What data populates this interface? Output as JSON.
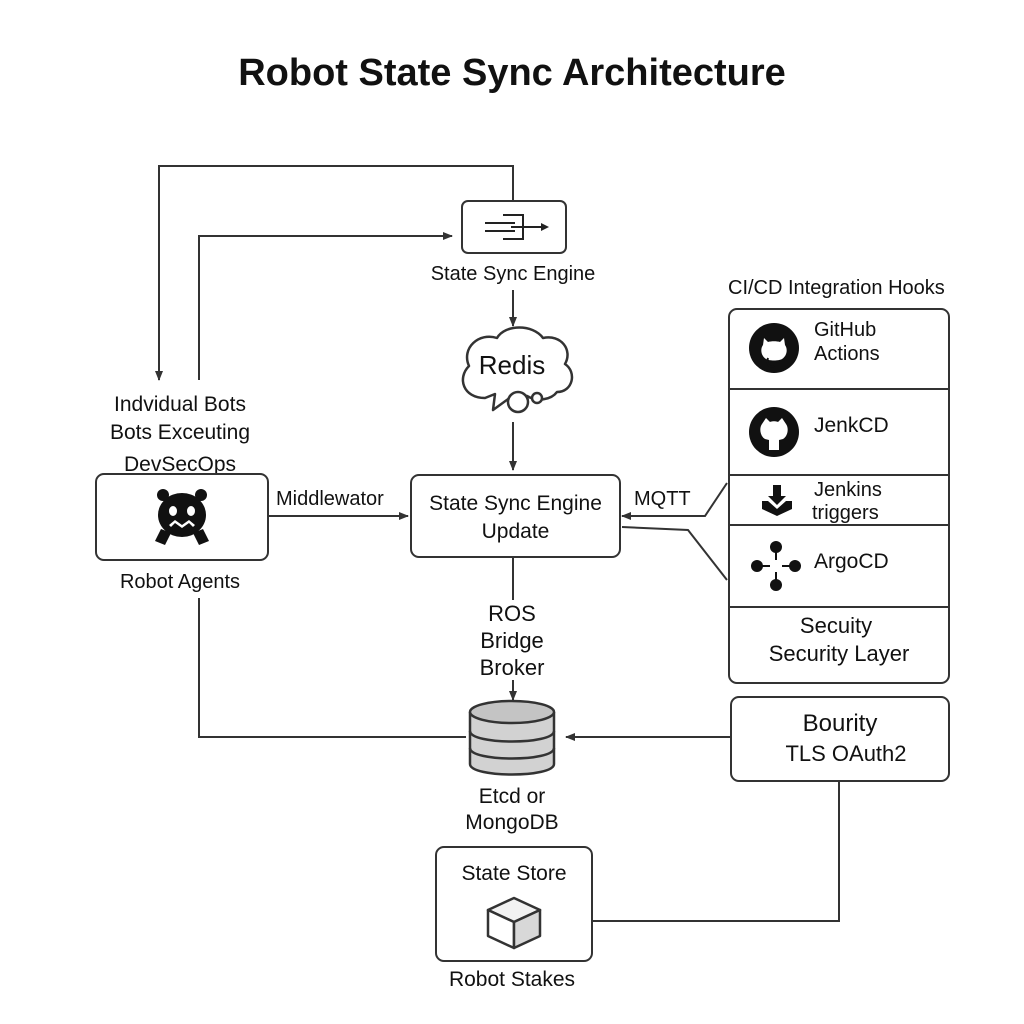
{
  "title": "Robot State Sync Architecture",
  "engine": {
    "label": "State Sync Engine",
    "icon": "sync-engine-icon"
  },
  "redis": {
    "label": "Redis",
    "icon": "cloud-icon"
  },
  "bots": {
    "line1": "Indvidual Bots",
    "line2": "Bots Exceuting",
    "line3": "DevSecOps"
  },
  "agents": {
    "label": "Robot Agents",
    "icon": "robot-icon"
  },
  "middleware_label": "Middlewator",
  "update": {
    "line1": "State Sync Engine",
    "line2": "Update"
  },
  "mqtt_label": "MQTT",
  "bridge": {
    "line1": "ROS",
    "line2": "Bridge",
    "line3": "Broker"
  },
  "database": {
    "line1": "Etcd or",
    "line2": "MongoDB",
    "icon": "database-icon"
  },
  "store": {
    "label": "State Store",
    "caption": "Robot Stakes",
    "icon": "cube-icon"
  },
  "cicd": {
    "heading": "CI/CD Integration Hooks",
    "items": [
      {
        "line1": "GitHub",
        "line2": "Actions",
        "icon": "github-icon"
      },
      {
        "line1": "JenkCD",
        "icon": "octocat-icon"
      },
      {
        "line1": "Jenkins",
        "line2": "triggers",
        "icon": "download-tray-icon"
      },
      {
        "line1": "ArgoCD",
        "icon": "argocd-icon"
      },
      {
        "line1": "Secuity",
        "line2": "Security Layer"
      }
    ]
  },
  "security": {
    "line1": "Bourity",
    "line2": "TLS OAuth2"
  },
  "colors": {
    "stroke": "#333333",
    "icon_fill": "#111111",
    "background": "#ffffff"
  }
}
